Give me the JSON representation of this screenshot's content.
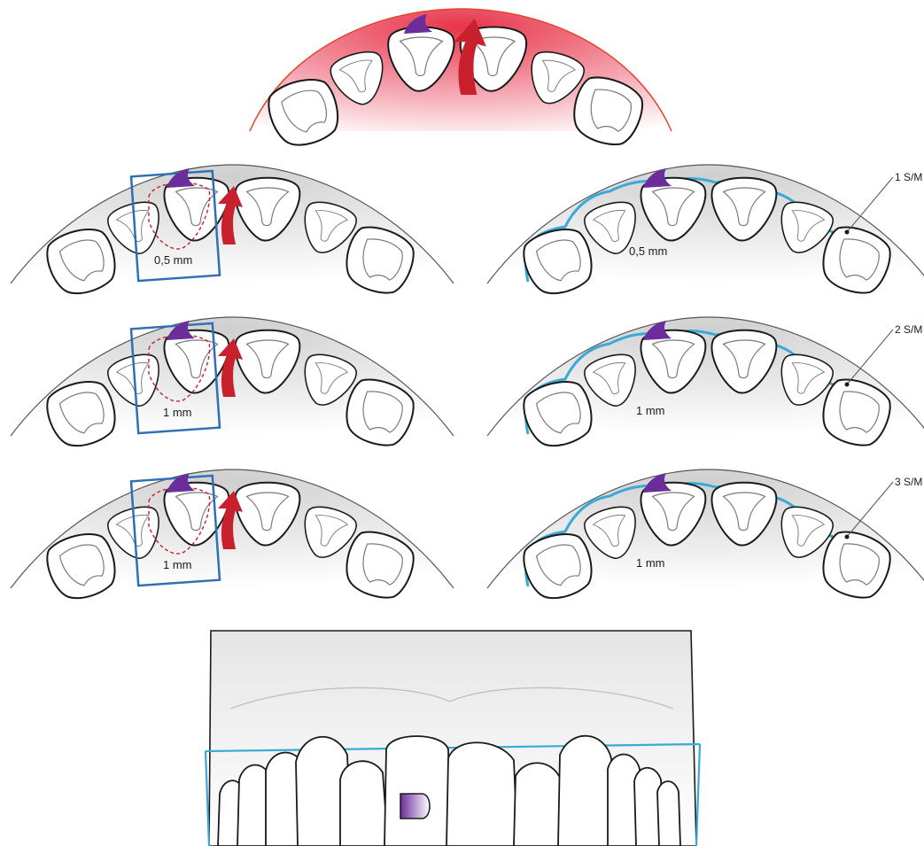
{
  "diagram": {
    "panels": [
      {
        "measure": "0,5 mm",
        "aligner_label": "1 S/M"
      },
      {
        "measure": "1 mm",
        "aligner_label": "2 S/M"
      },
      {
        "measure": "1 mm",
        "aligner_label": "3 S/M"
      }
    ],
    "colors": {
      "gum_top": "#e8344a",
      "gum_gray": "#d9d9d9",
      "tooth_outline": "#1a1a1a",
      "attachment": "#6a2d9a",
      "movement_arrow": "#c8202c",
      "selection_box": "#2f6fb5",
      "aligner_outline": "#39a9d6"
    }
  }
}
